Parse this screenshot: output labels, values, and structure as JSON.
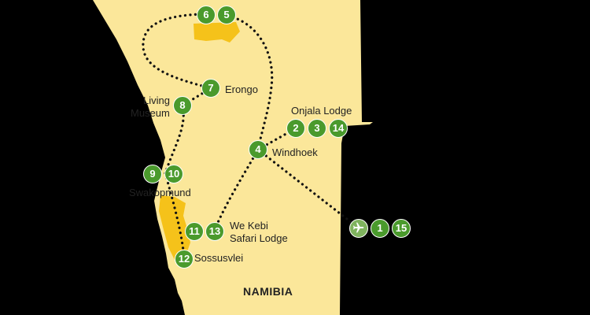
{
  "map": {
    "country_label": "NAMIBIA",
    "colors": {
      "land": "#fbe79a",
      "sea": "#000000",
      "park": "#f5c21a",
      "marker": "#4a9a2c",
      "marker_airport": "#7fb35e",
      "route": "#111111"
    },
    "places": {
      "erongo": "Erongo",
      "living_museum_line1": "Living",
      "living_museum_line2": "Museum",
      "onjala": "Onjala Lodge",
      "windhoek": "Windhoek",
      "swakopmund": "Swakopmund",
      "we_kebi_line1": "We Kebi",
      "we_kebi_line2": "Safari Lodge",
      "sossusvlei": "Sossusvlei"
    },
    "markers": {
      "m6": "6",
      "m5": "5",
      "m7": "7",
      "m8": "8",
      "m2": "2",
      "m3": "3",
      "m14": "14",
      "m4": "4",
      "m9": "9",
      "m10": "10",
      "m11": "11",
      "m13": "13",
      "m12": "12",
      "m1": "1",
      "m15": "15"
    },
    "airport_icon": "airplane-icon"
  }
}
